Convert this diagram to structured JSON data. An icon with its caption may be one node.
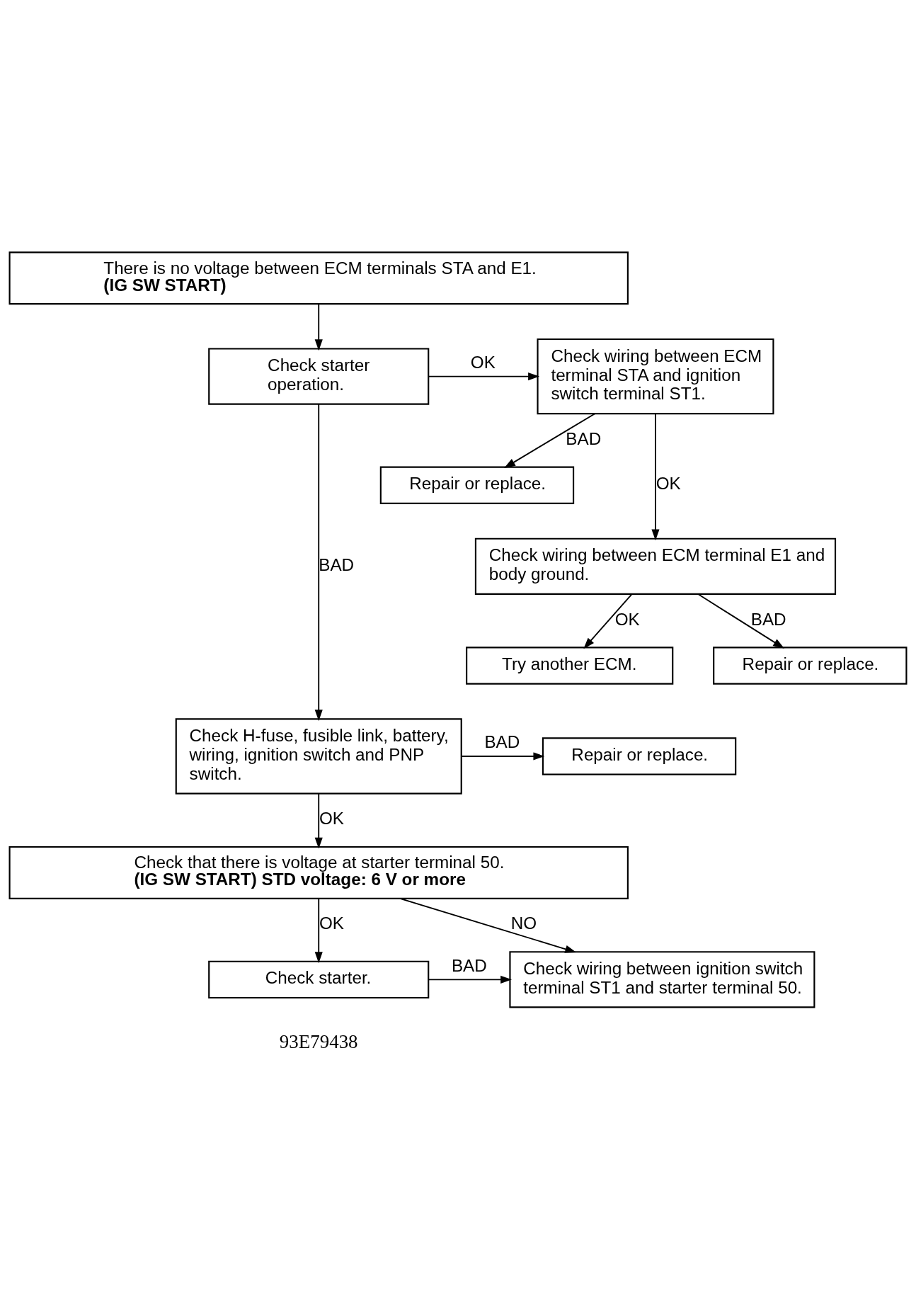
{
  "diagram": {
    "nodes": [
      {
        "text": [
          "There is no voltage between ECM terminals STA and E1.",
          "(IG SW START)"
        ]
      },
      {
        "text": [
          "Check starter operation."
        ]
      },
      {
        "text": [
          "Check wiring between ECM terminal STA and ignition switch terminal ST1."
        ]
      },
      {
        "text": [
          "Repair or replace."
        ]
      },
      {
        "text": [
          "Check wiring between ECM terminal E1 and body ground."
        ]
      },
      {
        "text": [
          "Try another ECM."
        ]
      },
      {
        "text": [
          "Repair or replace."
        ]
      },
      {
        "text": [
          "Check H-fuse, fusible link, battery, wiring, ignition switch and PNP switch."
        ]
      },
      {
        "text": [
          "Repair or replace."
        ]
      },
      {
        "text": [
          "Check that there is voltage at starter terminal 50.",
          "(IG SW START) STD voltage: 6 V or more"
        ]
      },
      {
        "text": [
          "Check starter."
        ]
      },
      {
        "text": [
          "Check wiring between ignition switch terminal ST1 and starter terminal 50."
        ]
      }
    ],
    "edges": [
      {
        "from": 0,
        "to": 1,
        "arrow": "to"
      },
      {
        "from": 1,
        "to": 2,
        "arrow": "to",
        "label": "OK"
      },
      {
        "from": 1,
        "to": 7,
        "arrow": "to",
        "label": "BAD"
      },
      {
        "from": 2,
        "to": 4,
        "arrow": "to",
        "label": "OK"
      },
      {
        "from": 2,
        "to": 3,
        "arrow": "to",
        "label": "BAD"
      },
      {
        "from": 4,
        "to": 5,
        "arrow": "to",
        "label": "OK"
      },
      {
        "from": 4,
        "to": 6,
        "arrow": "to",
        "label": "BAD"
      },
      {
        "from": 7,
        "to": 8,
        "arrow": "to",
        "label": "BAD"
      },
      {
        "from": 7,
        "to": 9,
        "arrow": "to",
        "label": "OK"
      },
      {
        "from": 9,
        "to": 10,
        "arrow": "to",
        "label": "OK"
      },
      {
        "from": 9,
        "to": 11,
        "arrow": "to",
        "label": "NO"
      },
      {
        "from": 10,
        "to": 11,
        "arrow": "to",
        "label": "BAD"
      }
    ],
    "labels": [
      "93E79438"
    ]
  }
}
